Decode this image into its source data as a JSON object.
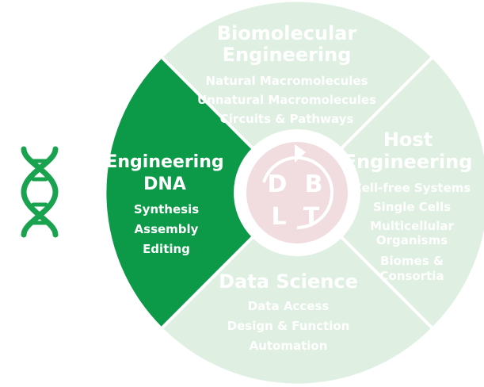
{
  "colors": {
    "active": "#0c9a48",
    "inactive": "#dff0e2",
    "inactive_text": "#ffffff",
    "active_text": "#ffffff",
    "divider": "#ffffff",
    "center_fill": "#f1dde0",
    "center_ring": "#ffffff",
    "center_text": "#ffffff",
    "icon": "#19a34f"
  },
  "icon": {
    "name": "dna-helix-icon"
  },
  "center": {
    "letters": [
      "D",
      "B",
      "L",
      "T"
    ]
  },
  "segments": {
    "biomolecular": {
      "title_line1": "Biomolecular",
      "title_line2": "Engineering",
      "items": [
        "Natural Macromolecules",
        "Unnatural Macromolecules",
        "Circuits & Pathways"
      ]
    },
    "host": {
      "title_line1": "Host",
      "title_line2": "Engineering",
      "items": [
        "Cell-free Systems",
        "Single Cells",
        "Multicellular",
        "Organisms",
        "Biomes &",
        "Consortia"
      ]
    },
    "data": {
      "title": "Data Science",
      "items": [
        "Data Access",
        "Design & Function",
        "Automation"
      ]
    },
    "dna": {
      "title_line1": "Engineering",
      "title_line2": "DNA",
      "items": [
        "Synthesis",
        "Assembly",
        "Editing"
      ]
    }
  }
}
